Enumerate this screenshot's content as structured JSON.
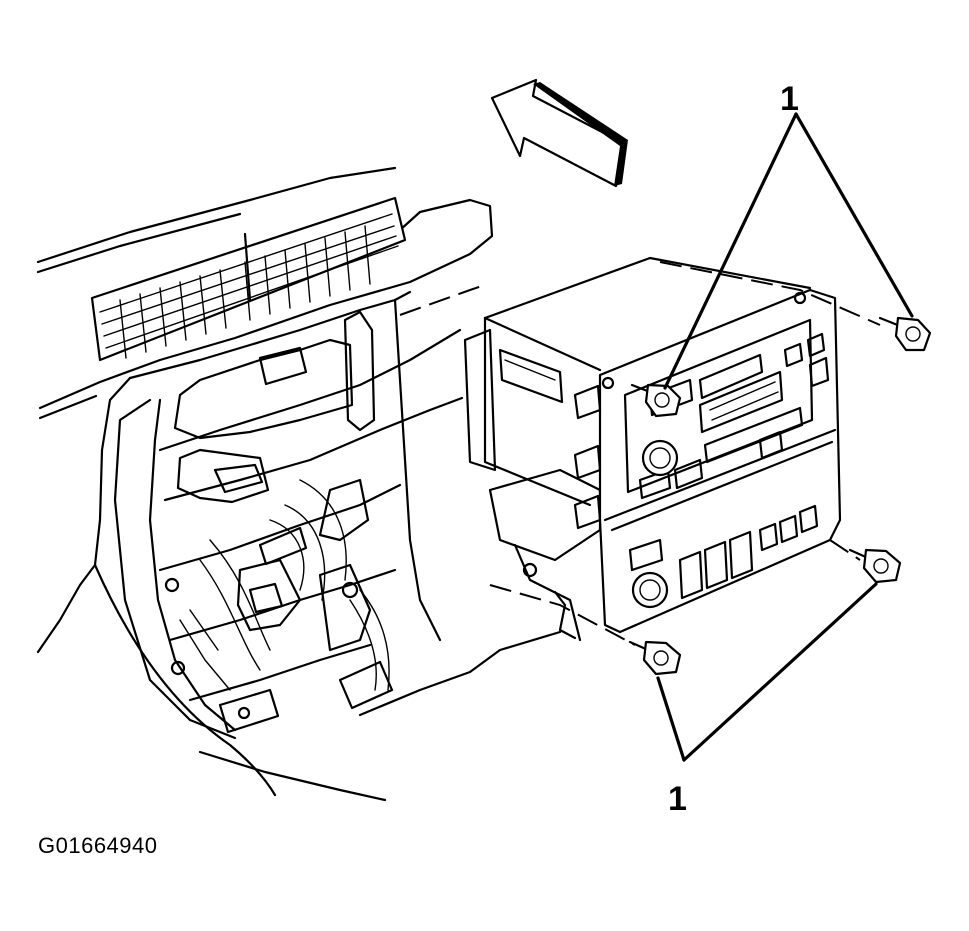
{
  "figure": {
    "id": "G01664940",
    "callouts": [
      {
        "label": "1",
        "part": "radio-mounting-bolts"
      },
      {
        "label": "1",
        "part": "radio-mounting-bolts"
      }
    ]
  },
  "icons": {
    "direction_arrow": "arrow-front-icon",
    "bolt": "bolt-icon"
  }
}
